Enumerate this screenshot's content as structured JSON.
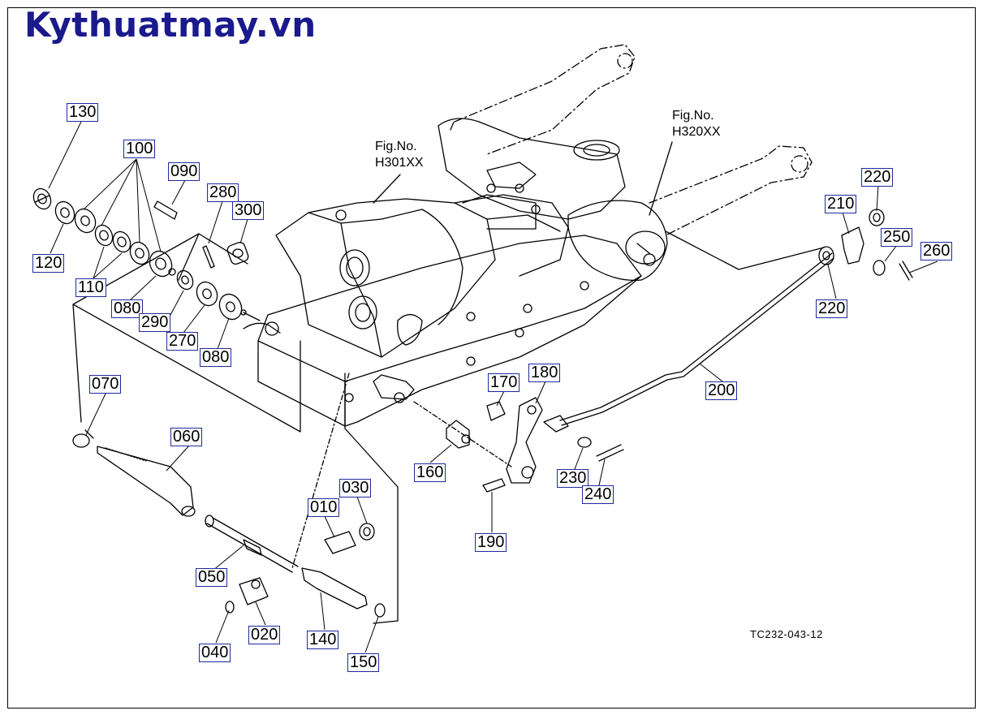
{
  "brand": "Kythuatmay.vn",
  "figure_code": "TC232-043-12",
  "fig_refs": [
    {
      "line1": "Fig.No.",
      "line2": "H301XX"
    },
    {
      "line1": "Fig.No.",
      "line2": "H320XX"
    }
  ],
  "labels": {
    "p130": "130",
    "p100": "100",
    "p090": "090",
    "p280": "280",
    "p300": "300",
    "p120": "120",
    "p110": "110",
    "p080a": "080",
    "p290": "290",
    "p270": "270",
    "p080b": "080",
    "p070": "070",
    "p060": "060",
    "p050": "050",
    "p040": "040",
    "p020": "020",
    "p010": "010",
    "p030": "030",
    "p140": "140",
    "p150": "150",
    "p160": "160",
    "p170": "170",
    "p180": "180",
    "p190": "190",
    "p200": "200",
    "p230": "230",
    "p240": "240",
    "p210": "210",
    "p220a": "220",
    "p220b": "220",
    "p250": "250",
    "p260": "260"
  }
}
